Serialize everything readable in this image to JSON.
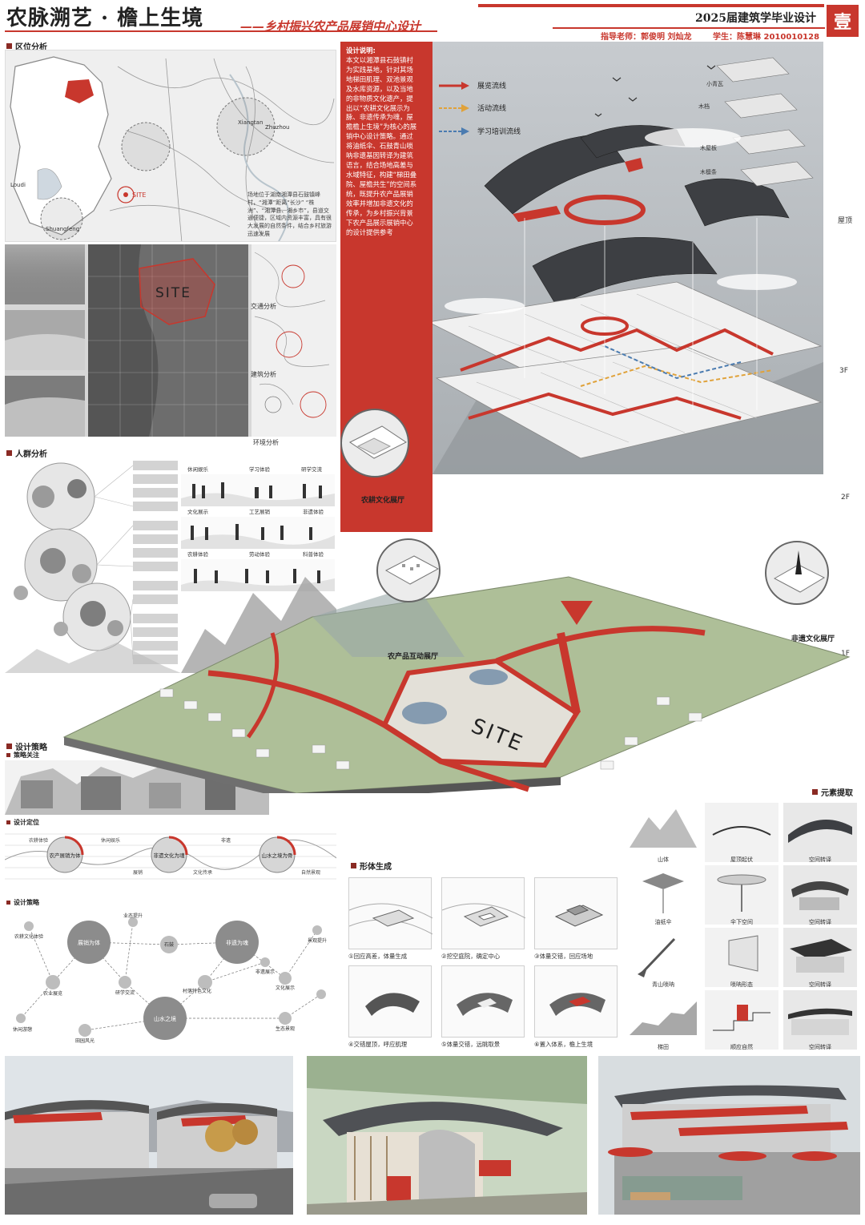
{
  "header": {
    "title": "农脉溯艺 · 檐上生境",
    "subtitle": "——乡村振兴农产品展销中心设计",
    "year_title": "2025届建筑学毕业设计",
    "advisor": "指导老师：郭俊明  刘灿龙",
    "student": "学生：陈慧琳  2010010128",
    "sheet_no": "壹"
  },
  "location": {
    "label": "区位分析",
    "description": "场地位于湖南湘潭县石鼓镇峰村，“湘潭”距离“长沙” “株洲”、“湘潭县、湘乡市”，县道交通便捷，区域内资源丰富，具有很大发展的自然条件，结合乡村旅游迅速发展",
    "map_labels": [
      "Xiangtan",
      "Zhuzhou",
      "Shuangfeng",
      "SITE",
      "Loudi"
    ],
    "site_text": "SITE",
    "captions": [
      "交通分析",
      "建筑分析",
      "环境分析"
    ]
  },
  "crowd": {
    "label": "人群分析",
    "activities": [
      "休闲娱乐",
      "学习体验",
      "研学交流",
      "文化展示",
      "工艺展销",
      "非遗体验",
      "农耕体验",
      "劳动体验",
      "科普体验"
    ]
  },
  "strategy": {
    "label": "设计策略",
    "sub1": "策略关注",
    "sub2": "设计定位",
    "sub3": "设计策略",
    "positioning": [
      "农产展销为体",
      "非遗文化为魂",
      "山水之境为骨"
    ],
    "positioning_tags": [
      "农耕体验",
      "休闲娱乐",
      "文化传承",
      "展销",
      "非遗",
      "自然景观"
    ],
    "big_nodes": [
      "展销为体",
      "非遗为魂",
      "山水之境"
    ],
    "mid_nodes": [
      "石鼓",
      "村落特色文化",
      "农业展览",
      "业态提升",
      "非遗展示",
      "研学交流",
      "文化展示",
      "生态景观",
      "田园风光",
      "农耕文化体验",
      "景观提升",
      "休闲游憩"
    ]
  },
  "design_text": {
    "title": "设计说明:",
    "body": "本文以湘潭县石鼓镇村为实践基地，针对其场地梯田肌理、双池景观及水库资源，以及当地的非物质文化遗产，提出以“农耕文化展示为脉、非遗传承为魂，屋檐檐上生境”为核心的展销中心设计策略。通过将油纸伞、石鼓青山唢呐非遗基因转译为建筑语言，结合场地高差与水域特征，构建“梯田叠院、屋檐共生”的空间系统，既提升农产品展销效率并增加非遗文化的传承，为乡村振兴背景下农产品展示展销中心的设计提供参考"
  },
  "legend": [
    {
      "label": "展览流线",
      "color": "#c8372d"
    },
    {
      "label": "活动流线",
      "color": "#e0a23a"
    },
    {
      "label": "学习培训流线",
      "color": "#4a7bb0"
    }
  ],
  "axon": {
    "floors": [
      "屋顶",
      "3F",
      "2F",
      "1F"
    ],
    "roof_parts": [
      "小青瓦",
      "木档",
      "木屋板",
      "木檩条"
    ],
    "callouts": [
      "农耕文化展厅",
      "农产品互动展厅",
      "非遗文化展厅"
    ],
    "site_text": "SITE"
  },
  "elements": {
    "label": "元素提取",
    "items": [
      "山体",
      "屋顶起伏",
      "空间转译",
      "油纸伞",
      "伞下空间",
      "空间转译",
      "青山唢呐",
      "唢呐形态",
      "空间转译",
      "梯田",
      "顺应自然",
      "空间转译"
    ]
  },
  "form": {
    "label": "形体生成",
    "steps": [
      "①回应高差，体量生成",
      "②挖空庭院，确定中心",
      "③体量交错，回应场地",
      "④交错屋顶，呼应肌理",
      "⑤体量交错，远眺取景",
      "⑥置入体系，檐上生境"
    ]
  },
  "colors": {
    "accent": "#c8372d",
    "dark_red": "#8a2a24",
    "roof": "#3d3f43",
    "sky": "#b9bec2",
    "terrain": "#aebf98"
  }
}
